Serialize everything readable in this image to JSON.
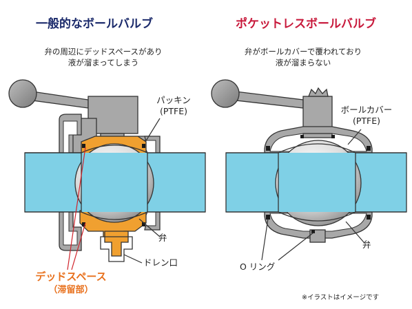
{
  "left": {
    "title": "一般的なボールバルブ",
    "desc": [
      "弁の周辺にデッドスペースがあり",
      "液が溜まってしまう"
    ],
    "packing_label": [
      "パッキン",
      "(PTFE)"
    ],
    "valve_label": "弁",
    "drain_label": "ドレン口",
    "deadspace_label": [
      "デッドスペース",
      "（滞留部）"
    ]
  },
  "right": {
    "title": "ポケットレスボールバルブ",
    "desc": [
      "弁がボールカバーで覆われており",
      "液が溜まらない"
    ],
    "cover_label": [
      "ボールカバー",
      "(PTFE)"
    ],
    "valve_label": "弁",
    "oring_label": "O リング"
  },
  "note": "※イラストはイメージです",
  "colors": {
    "title_left": "#1b2a6b",
    "title_right": "#c81a3c",
    "fluid": "#7fd0e6",
    "body": "#a8a8a8",
    "deadspace": "#f0a030",
    "leader_red": "#d0232b"
  }
}
